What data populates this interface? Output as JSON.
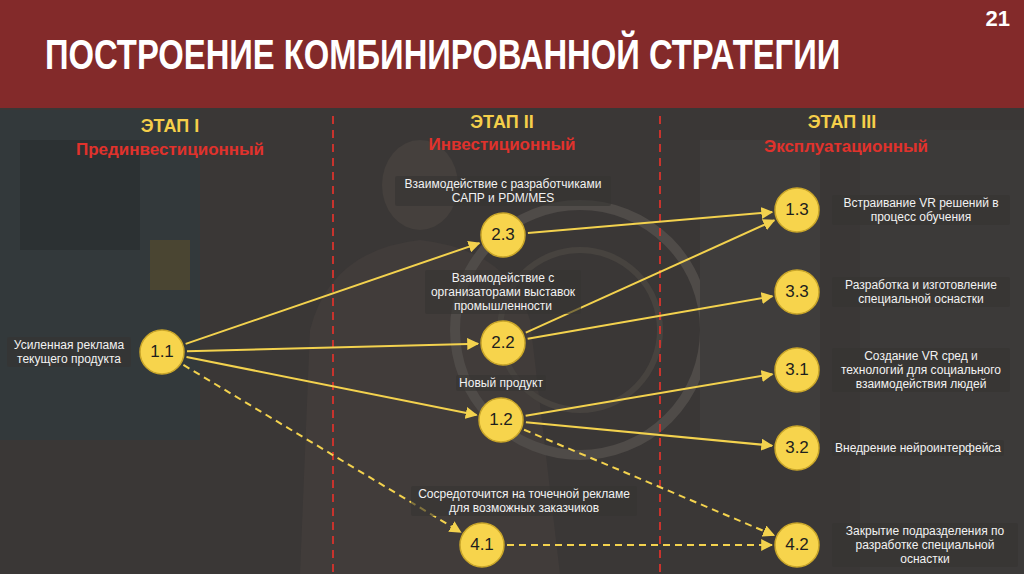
{
  "diagram": {
    "title": "ПОСТРОЕНИЕ КОМБИНИРОВАННОЙ СТРАТЕГИИ",
    "nodes": [
      {
        "text": [
          "1.1",
          "Усиленная реклама текущего продукта"
        ]
      },
      {
        "text": [
          "2.3",
          "Взаимодействие с разработчиками САПР и PDM/MES"
        ]
      },
      {
        "text": [
          "2.2",
          "Взаимодействие с организаторами выставок промышленности"
        ]
      },
      {
        "text": [
          "1.2",
          "Новый продукт"
        ]
      },
      {
        "text": [
          "4.1",
          "Сосредоточится на точечной рекламе для возможных заказчиков"
        ]
      },
      {
        "text": [
          "1.3",
          "Встраивание VR решений в процесс обучения"
        ]
      },
      {
        "text": [
          "3.3",
          "Разработка и изготовление специальной оснастки"
        ]
      },
      {
        "text": [
          "3.1",
          "Создание VR сред и технологий для социального взаимодействия людей"
        ]
      },
      {
        "text": [
          "3.2",
          "Внедрение нейроинтерфейса"
        ]
      },
      {
        "text": [
          "4.2",
          "Закрытие подразделения по разработке специальной оснастки"
        ]
      }
    ],
    "edges": [
      {
        "from": 0,
        "to": 1,
        "arrow": "to"
      },
      {
        "from": 0,
        "to": 2,
        "arrow": "to"
      },
      {
        "from": 0,
        "to": 3,
        "arrow": "to"
      },
      {
        "from": 0,
        "to": 4,
        "arrow": "to"
      },
      {
        "from": 1,
        "to": 5,
        "arrow": "to"
      },
      {
        "from": 2,
        "to": 5,
        "arrow": "to"
      },
      {
        "from": 2,
        "to": 6,
        "arrow": "to"
      },
      {
        "from": 3,
        "to": 7,
        "arrow": "to"
      },
      {
        "from": 3,
        "to": 8,
        "arrow": "to"
      },
      {
        "from": 3,
        "to": 9,
        "arrow": "to"
      },
      {
        "from": 4,
        "to": 9,
        "arrow": "to"
      }
    ],
    "labels": [
      "21",
      "ЭТАП I",
      "Прединвестиционный",
      "ЭТАП II",
      "Инвестиционный",
      "ЭТАП III",
      "Эксплуатационный"
    ]
  }
}
